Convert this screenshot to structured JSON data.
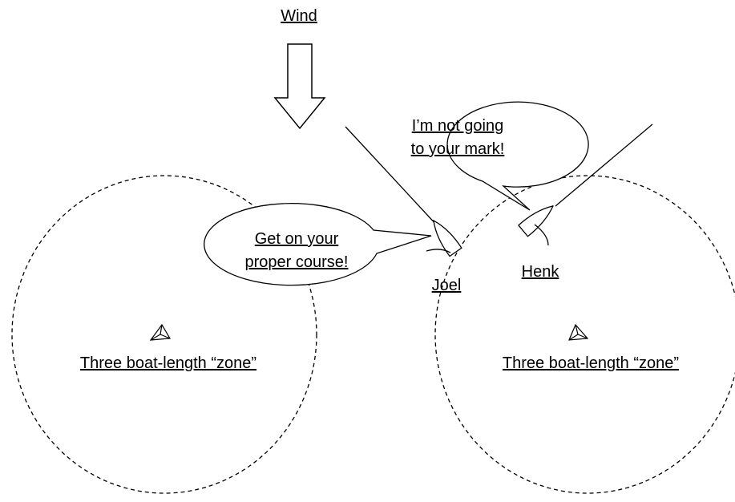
{
  "wind": {
    "label": "Wind"
  },
  "zones": [
    {
      "label": "Three boat-length “zone”"
    },
    {
      "label": "Three boat-length “zone”"
    }
  ],
  "boats": {
    "joel": {
      "name": "Joel"
    },
    "henk": {
      "name": "Henk"
    }
  },
  "speech": {
    "joel": {
      "line1": "Get on your",
      "line2": "proper course!"
    },
    "henk": {
      "line1": "I’m not going",
      "line2": "to your mark!"
    }
  },
  "colors": {
    "ink": "#000000",
    "background": "#ffffff"
  }
}
